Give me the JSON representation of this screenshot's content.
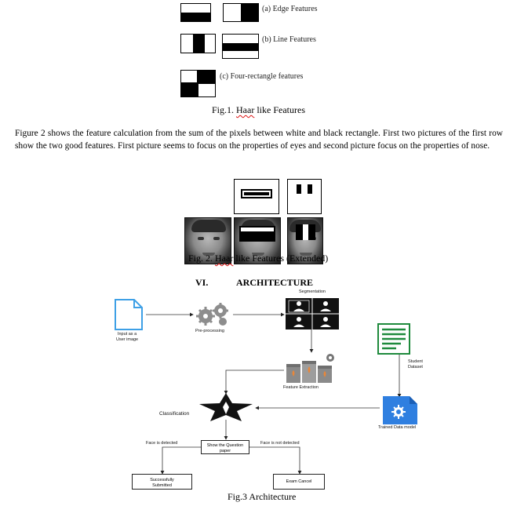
{
  "fig1": {
    "labels": {
      "edge": "(a) Edge Features",
      "line": "(b) Line Features",
      "four": "(c) Four-rectangle features"
    },
    "caption_prefix": "Fig.1. ",
    "caption_squiggle": "Haar",
    "caption_suffix": " like Features"
  },
  "paragraph": "Figure 2 shows the feature calculation from the sum of the pixels between white and black rectangle. First two pictures of the first row show the two good features.  First picture seems to focus on the properties of eyes and second picture focus on the properties of nose.",
  "fig2": {
    "caption_prefix": "Fig. 2. ",
    "caption_squiggle": "Haar",
    "caption_suffix": " like Features (Extended)"
  },
  "section": {
    "number": "VI.",
    "title": "ARCHITECTURE"
  },
  "fig3": {
    "nodes": {
      "input": "Input as a\nUser image",
      "preprocessing": "Pre-processing",
      "segmentation": "Segmentation",
      "feature_extraction": "Feature Extraction",
      "student_dataset": "Student\nDataset",
      "trained_model": "Trained Data model",
      "classification": "Classification",
      "face_detected": "Face is detected",
      "face_not_detected": "Face is not detected",
      "show_question": "Show the Question\npaper",
      "submitted": "Successfully\nSubmitted",
      "exam_cancel": "Exam Cancel"
    },
    "caption": "Fig.3 Architecture"
  },
  "colors": {
    "doc_blue": "#3ea0e6",
    "sheet_green": "#1e8a3c",
    "model_blue": "#2f7fe0",
    "star_dark": "#111111",
    "gear_grey": "#8d8d8d",
    "orange_flame": "#e8873a"
  },
  "icons": [
    "document-icon",
    "gears-icon",
    "segmentation-grid-icon",
    "feature-extraction-icon",
    "spreadsheet-icon",
    "trained-model-icon",
    "classification-star-icon"
  ]
}
